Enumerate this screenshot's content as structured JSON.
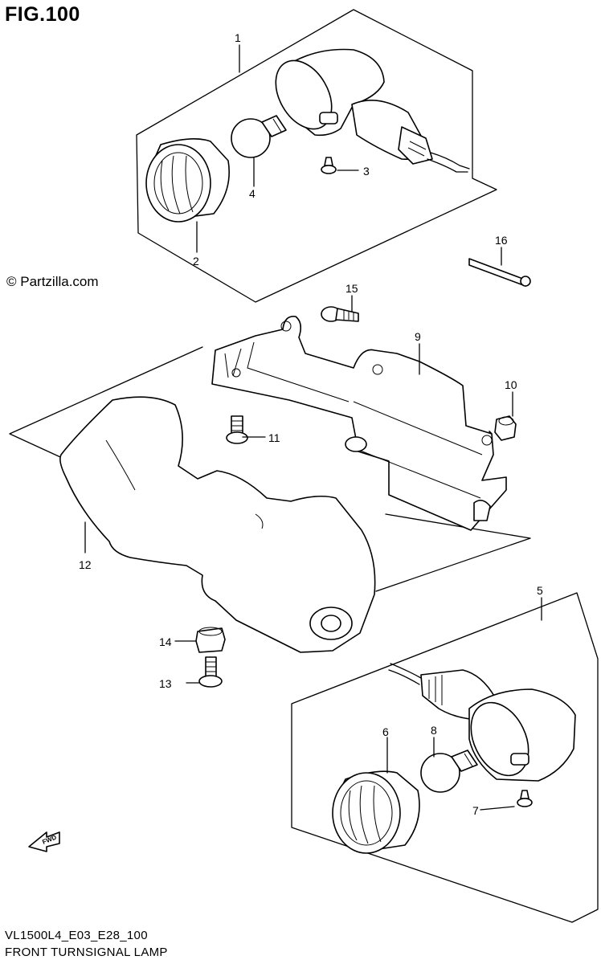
{
  "figure": {
    "title": "FIG.100",
    "copyright": "© Partzilla.com",
    "model_code": "VL1500L4_E03_E28_100",
    "name": "FRONT TURNSIGNAL LAMP",
    "fwd_arrow_label": "FWD"
  },
  "callouts": [
    "1",
    "2",
    "3",
    "4",
    "5",
    "6",
    "7",
    "8",
    "9",
    "10",
    "11",
    "12",
    "13",
    "14",
    "15",
    "16"
  ]
}
